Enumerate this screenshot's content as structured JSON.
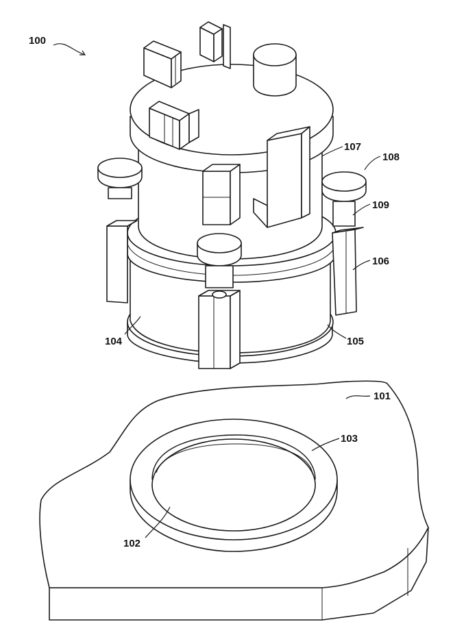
{
  "figure": {
    "labels": {
      "assembly": "100",
      "base_plate": "101",
      "opening": "102",
      "ring": "103",
      "lower_body": "104",
      "lower_flange": "105",
      "side_post": "106",
      "upper_body": "107",
      "cap": "108",
      "upper_post": "109"
    }
  }
}
